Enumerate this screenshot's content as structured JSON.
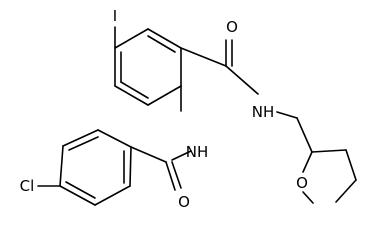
{
  "molecule": {
    "atoms": {
      "iodo": "I",
      "amide_oxygen_top": "O",
      "amide_nh_right": "NH",
      "amide_nh_bottom": "NH",
      "chloro": "Cl",
      "amide_oxygen_bottom": "O",
      "ring_oxygen": "O"
    }
  }
}
